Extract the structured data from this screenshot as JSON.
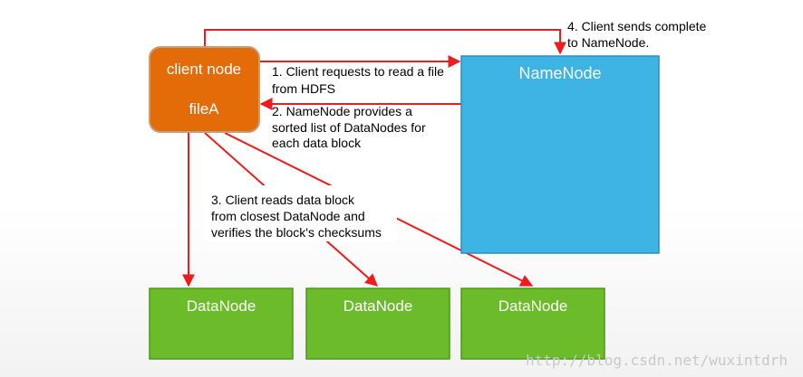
{
  "client": {
    "title": "client node",
    "file": "fileA"
  },
  "namenode": {
    "title": "NameNode"
  },
  "datanodes": [
    "DataNode",
    "DataNode",
    "DataNode"
  ],
  "steps": {
    "step1": [
      "1. Client requests to read a file",
      "from HDFS"
    ],
    "step2": [
      "2. NameNode provides a",
      "sorted list of DataNodes for",
      "each data block"
    ],
    "step3": [
      "3. Client reads data block",
      "from closest DataNode and",
      "verifies the block's checksums"
    ],
    "step4": [
      "4. Client sends complete",
      "to NameNode."
    ]
  },
  "watermark": "http://blog.csdn.net/wuxintdrh",
  "colors": {
    "client_fill": "#e36c09",
    "client_stroke": "#c0a080",
    "namenode_fill": "#3eb4e4",
    "namenode_stroke": "#2a8fc0",
    "datanode_fill": "#6cbb2a",
    "datanode_stroke": "#4a9a1a",
    "arrow": "#ee1c1c"
  }
}
